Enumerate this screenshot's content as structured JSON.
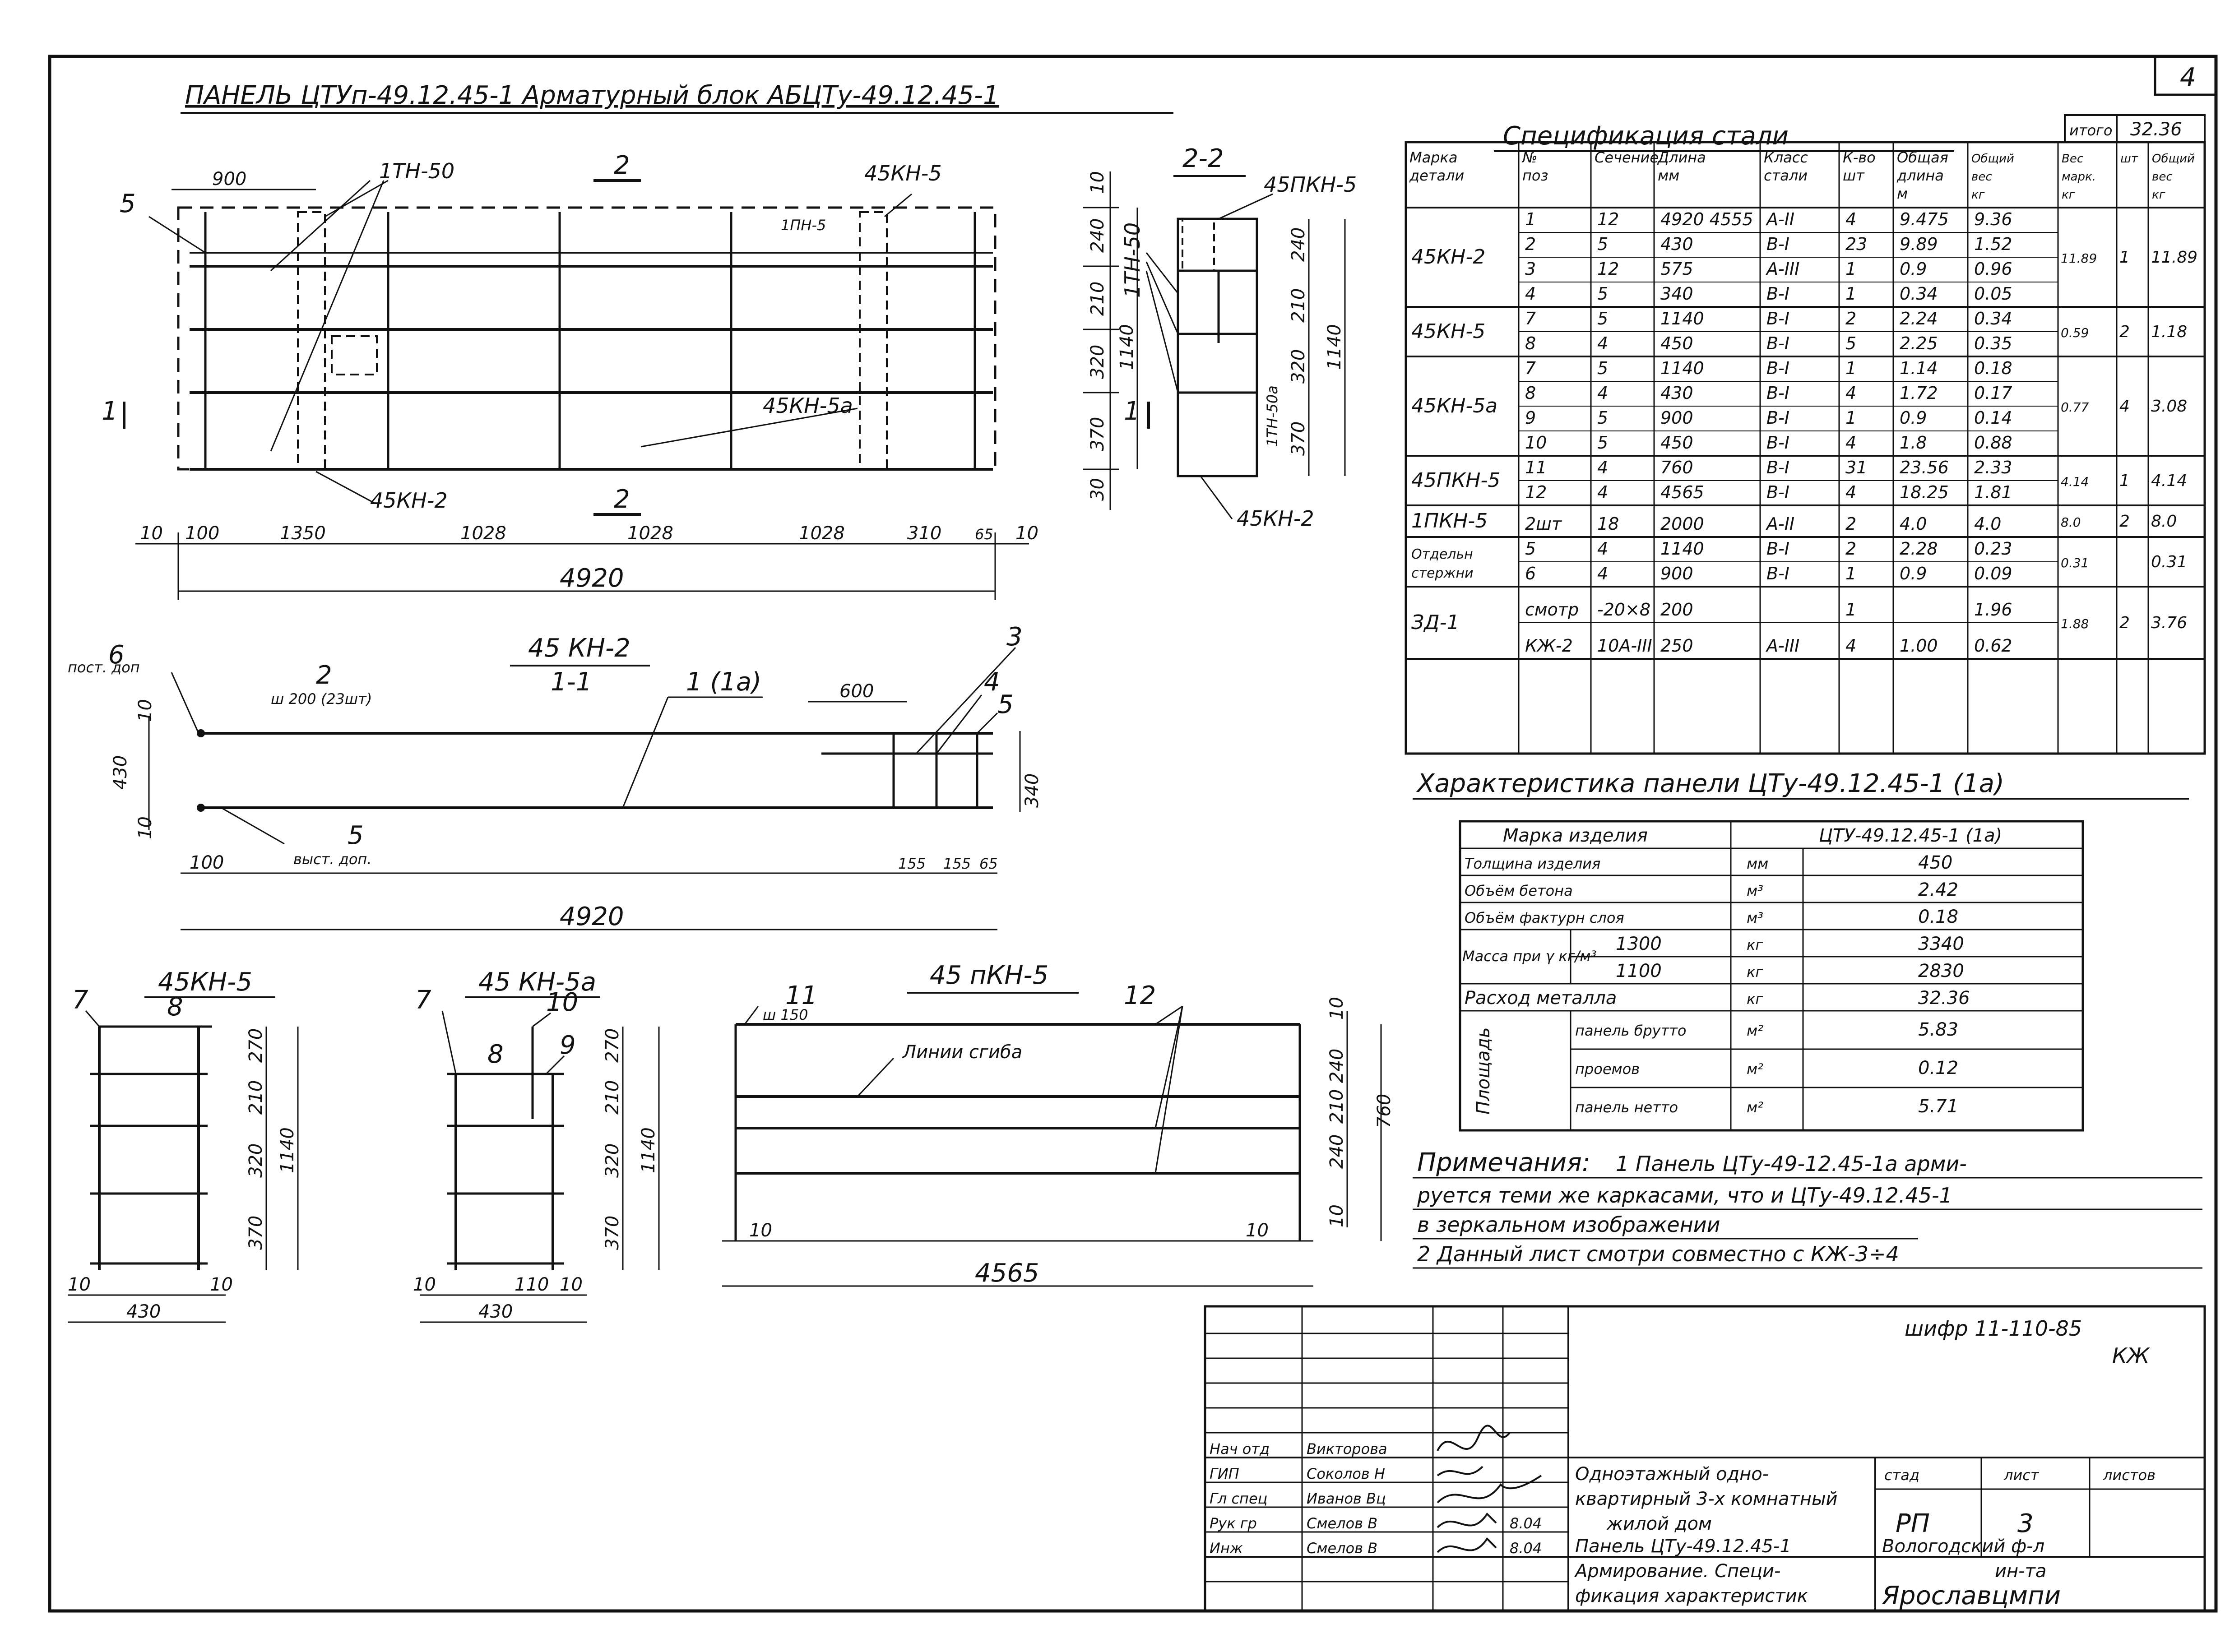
{
  "sheet_number": "4",
  "main_title": "ПАНЕЛЬ ЦТУп-49.12.45-1 Арматурный блок АБЦТу-49.12.45-1",
  "front_view": {
    "marks": {
      "tn50": "1ТН-50",
      "kn5": "45КН-5",
      "pn5": "1ПН-5",
      "kn5a": "45КН-5а",
      "kn2": "45КН-2",
      "cut": "2",
      "p5": "5",
      "p1": "1"
    },
    "dims_top": [
      "900"
    ],
    "dims_right": [
      "10",
      "240",
      "210",
      "320",
      "370",
      "30",
      "1140"
    ],
    "dims_bottom": [
      "10",
      "100",
      "1350",
      "1028",
      "1028",
      "1028",
      "310",
      "65",
      "10"
    ],
    "total": "4920"
  },
  "section_22": {
    "title": "2-2",
    "marks": {
      "pkn": "45ПКН-5",
      "tn50": "1ТН-50",
      "tn50a": "1ТН-50а",
      "kn2": "45КН-2",
      "p1": "1"
    },
    "dims_right": [
      "240",
      "210",
      "320",
      "370",
      "1140"
    ]
  },
  "section_11": {
    "title": "45 КН-2",
    "subtitle": "1-1",
    "marks": {
      "p6": "6",
      "pos6_note": "пост. доп",
      "p2": "2",
      "p2_note": "ш 200 (23шт)",
      "p1": "1 (1а)",
      "p3": "3",
      "p4": "4",
      "p5b": "5",
      "p5": "5",
      "p5_note": "выст. доп."
    },
    "dims": [
      "600",
      "10",
      "430",
      "10",
      "340",
      "100",
      "155",
      "155",
      "65"
    ],
    "total": "4920"
  },
  "detail_kn5": {
    "title": "45КН-5",
    "marks": [
      "7",
      "8"
    ],
    "dims_side": [
      "270",
      "210",
      "320",
      "370",
      "1140"
    ],
    "dims_bottom": [
      "10",
      "10",
      "430"
    ]
  },
  "detail_kn5a": {
    "title": "45 КН-5а",
    "marks": [
      "7",
      "8",
      "9",
      "10"
    ],
    "dims_side": [
      "270",
      "210",
      "320",
      "370",
      "1140"
    ],
    "dims_bottom": [
      "10",
      "110",
      "10",
      "430"
    ]
  },
  "detail_pkn5": {
    "title": "45 пКН-5",
    "marks": [
      "11",
      "12"
    ],
    "step": "ш 150",
    "bend": "Линии сгиба",
    "dims_side": [
      "10",
      "240",
      "210",
      "240",
      "10",
      "760"
    ],
    "dims_bottom": [
      "10",
      "10",
      "4565"
    ]
  },
  "spec": {
    "title": "Спецификация стали",
    "total_label": "итого",
    "total_value": "32.36",
    "headers": [
      "Марка детали",
      "№ поз",
      "Сечение",
      "Длина мм",
      "Класс стали",
      "К-во шт",
      "Общая длина м",
      "Общий вес кг",
      "Вес марк. кг",
      "шт",
      "Общий вес кг"
    ],
    "groups": [
      {
        "mark": "45КН-2",
        "rows": [
          [
            "1",
            "12",
            "4920 4555",
            "А-II",
            "4",
            "9.475",
            "9.36"
          ],
          [
            "2",
            "5",
            "430",
            "В-I",
            "23",
            "9.89",
            "1.52"
          ],
          [
            "3",
            "12",
            "575",
            "А-III",
            "1",
            "0.9",
            "0.96"
          ],
          [
            "4",
            "5",
            "340",
            "В-I",
            "1",
            "0.34",
            "0.05"
          ]
        ],
        "w": "11.89",
        "n": "1",
        "tot": "11.89"
      },
      {
        "mark": "45КН-5",
        "rows": [
          [
            "7",
            "5",
            "1140",
            "В-I",
            "2",
            "2.24",
            "0.34"
          ],
          [
            "8",
            "4",
            "450",
            "В-I",
            "5",
            "2.25",
            "0.35"
          ]
        ],
        "w": "0.59",
        "n": "2",
        "tot": "1.18"
      },
      {
        "mark": "45КН-5а",
        "rows": [
          [
            "7",
            "5",
            "1140",
            "В-I",
            "1",
            "1.14",
            "0.18"
          ],
          [
            "8",
            "4",
            "430",
            "В-I",
            "4",
            "1.72",
            "0.17"
          ],
          [
            "9",
            "5",
            "900",
            "В-I",
            "1",
            "0.9",
            "0.14"
          ],
          [
            "10",
            "5",
            "450",
            "В-I",
            "4",
            "1.8",
            "0.88"
          ]
        ],
        "w": "0.77",
        "n": "4",
        "tot": "3.08"
      },
      {
        "mark": "45ПКН-5",
        "rows": [
          [
            "11",
            "4",
            "760",
            "В-I",
            "31",
            "23.56",
            "2.33"
          ],
          [
            "12",
            "4",
            "4565",
            "В-I",
            "4",
            "18.25",
            "1.81"
          ]
        ],
        "w": "4.14",
        "n": "1",
        "tot": "4.14"
      },
      {
        "mark": "1ПКН-5",
        "rows": [
          [
            "2шт",
            "18",
            "2000",
            "А-II",
            "2",
            "4.0",
            "4.0"
          ]
        ],
        "w": "8.0",
        "n": "2",
        "tot": "8.0"
      },
      {
        "mark": "Отдельн стержни",
        "rows": [
          [
            "5",
            "4",
            "1140",
            "В-I",
            "2",
            "2.28",
            "0.23"
          ],
          [
            "6",
            "4",
            "900",
            "В-I",
            "1",
            "0.9",
            "0.09"
          ]
        ],
        "w": "0.31",
        "n": "",
        "tot": "0.31"
      },
      {
        "mark": "ЗД-1",
        "rows": [
          [
            "смотр",
            "-20×8",
            "200",
            "",
            "1",
            "",
            "1.96"
          ],
          [
            "КЖ-2",
            "10А-III",
            "250",
            "А-III",
            "4",
            "1.00",
            "0.62"
          ]
        ],
        "w": "1.88",
        "n": "2",
        "tot": "3.76"
      }
    ]
  },
  "char": {
    "title": "Характеристика панели ЦТу-49.12.45-1 (1а)",
    "head": [
      "Марка изделия",
      "ЦТУ-49.12.45-1 (1а)"
    ],
    "rows": [
      [
        "Толщина изделия",
        "мм",
        "450"
      ],
      [
        "Объём бетона",
        "м³",
        "2.42"
      ],
      [
        "Объём фактурн слоя",
        "м³",
        "0.18"
      ]
    ],
    "mass_label": "Масса при γ кг/м³",
    "mass_rows": [
      [
        "1300",
        "кг",
        "3340"
      ],
      [
        "1100",
        "кг",
        "2830"
      ]
    ],
    "metal": [
      "Расход металла",
      "кг",
      "32.36"
    ],
    "area_label": "Площадь",
    "area_rows": [
      [
        "панель брутто",
        "м²",
        "5.83"
      ],
      [
        "проемов",
        "м²",
        "0.12"
      ],
      [
        "панель нетто",
        "м²",
        "5.71"
      ]
    ]
  },
  "notes": {
    "title": "Примечания:",
    "lines": [
      "1 Панель ЦТу-49-12.45-1а арми-",
      "руется теми же каркасами, что и ЦТу-49.12.45-1",
      "в зеркальном изображении",
      "2 Данный лист смотри совместно с КЖ-3÷4"
    ]
  },
  "title_block": {
    "cipher": "шифр 11-110-85",
    "kzh": "КЖ",
    "roles": [
      [
        "Нач отд",
        "Викторова"
      ],
      [
        "ГИП",
        "Соколов Н"
      ],
      [
        "Гл спец",
        "Иванов Вц"
      ],
      [
        "Рук гр",
        "Смелов В",
        "8.04"
      ],
      [
        "Инж",
        "Смелов В",
        "8.04"
      ]
    ],
    "project": [
      "Одноэтажный одно-",
      "квартирный 3-х комнатный",
      "жилой дом"
    ],
    "sheet_title": [
      "Панель ЦТу-49.12.45-1",
      "Армирование. Специ-",
      "фикация характеристик"
    ],
    "stage_head": [
      "стад",
      "лист",
      "листов"
    ],
    "stage": [
      "РП",
      "3",
      ""
    ],
    "org": [
      "Вологодский ф-л",
      "ин-та",
      "Ярославцмпи"
    ]
  }
}
